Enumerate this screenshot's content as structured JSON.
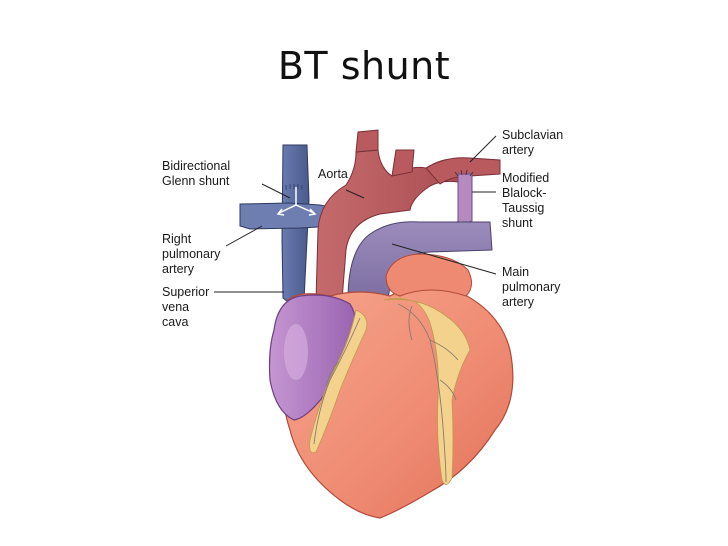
{
  "slide": {
    "title": "BT shunt"
  },
  "labels": {
    "bidirectional_glenn": [
      "Bidirectional",
      "Glenn shunt"
    ],
    "right_pa": [
      "Right",
      "pulmonary",
      "artery"
    ],
    "svc": [
      "Superior",
      "vena",
      "cava"
    ],
    "aorta": [
      "Aorta"
    ],
    "subclavian": [
      "Subclavian",
      "artery"
    ],
    "mbt": [
      "Modified",
      "Blalock-",
      "Taussig",
      "shunt"
    ],
    "main_pa": [
      "Main",
      "pulmonary",
      "artery"
    ]
  },
  "colors": {
    "vein_blue": "#5b6c9e",
    "vein_dark": "#3a4670",
    "aorta_red": "#b85a5e",
    "pa_purple": "#8f7fae",
    "shunt_purple": "#b58ac0",
    "heart_salmon": "#ef8a72",
    "heart_dark": "#c85a48",
    "atrium_purple": "#a670b8",
    "fat_yellow": "#f3d28e",
    "leader_line": "#222222"
  }
}
